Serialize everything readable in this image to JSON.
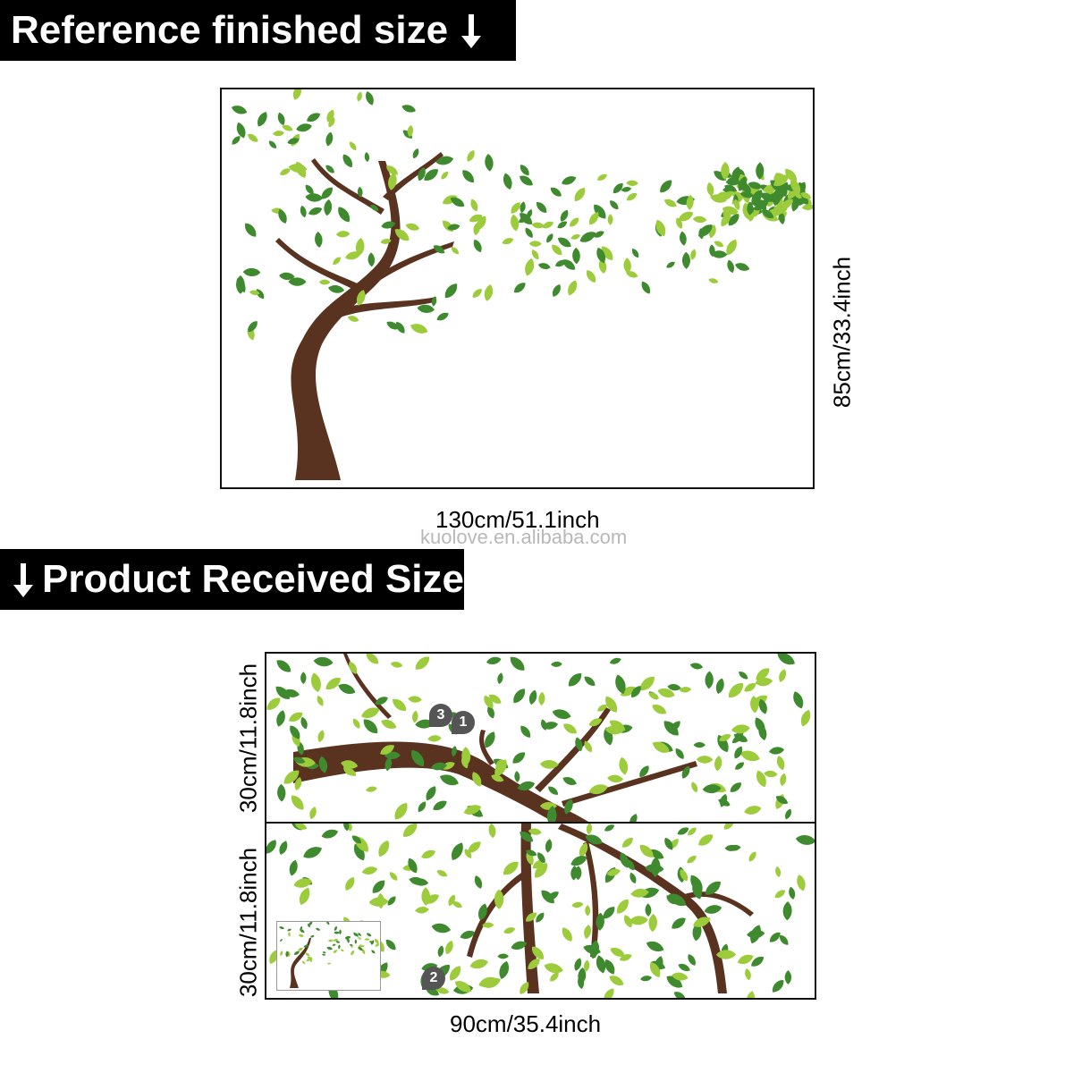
{
  "banners": {
    "reference": "Reference finished size",
    "received": "Product Received Size"
  },
  "dimensions": {
    "ref_width": "130cm/51.1inch",
    "ref_height": "85cm/33.4inch",
    "sheet_a_height": "30cm/11.8inch",
    "sheet_b_height": "30cm/11.8inch",
    "received_width": "90cm/35.4inch"
  },
  "watermark": "kuolove.en.alibaba.com",
  "sheet_labels": {
    "tag_3": "3",
    "tag_1": "1",
    "tag_2": "2"
  },
  "colors": {
    "trunk": "#5a3320",
    "leaf_dark": "#3f8a2e",
    "leaf_light": "#9ccc3c",
    "banner_bg": "#000000"
  },
  "icons": [
    "down-arrow-icon"
  ]
}
